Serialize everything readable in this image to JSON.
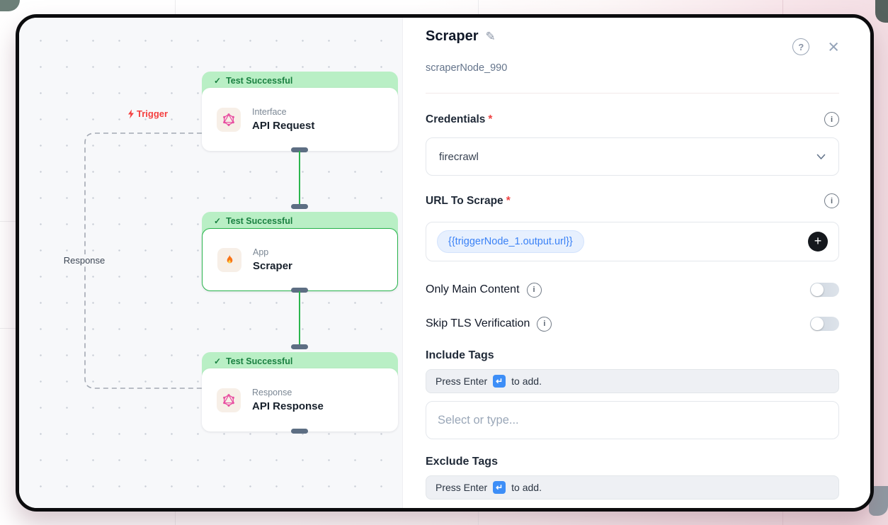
{
  "icons": {
    "check": "✓",
    "pencil": "✎",
    "help": "?",
    "close": "×",
    "info": "i",
    "plus": "+",
    "enter": "↵"
  },
  "colors": {
    "accent_green": "#28b44c",
    "banner_green": "#b9efc5",
    "trigger_red": "#f43f3f",
    "token_blue": "#3b82f6",
    "enter_blue": "#3d8ef7"
  },
  "canvas": {
    "trigger_label": "Trigger",
    "response_label": "Response",
    "nodes": [
      {
        "status": "Test Successful",
        "type": "Interface",
        "title": "API Request",
        "icon": "hex-graph-icon"
      },
      {
        "status": "Test Successful",
        "type": "App",
        "title": "Scraper",
        "icon": "flame-icon"
      },
      {
        "status": "Test Successful",
        "type": "Response",
        "title": "API Response",
        "icon": "hex-graph-icon"
      }
    ]
  },
  "panel": {
    "title": "Scraper",
    "node_id": "scraperNode_990",
    "required_mark": "*",
    "credentials": {
      "label": "Credentials",
      "value": "firecrawl"
    },
    "url": {
      "label": "URL To Scrape",
      "token": "{{triggerNode_1.output.url}}"
    },
    "toggles": [
      {
        "label": "Only Main Content",
        "state": "off"
      },
      {
        "label": "Skip TLS Verification",
        "state": "off"
      }
    ],
    "include_tags": {
      "label": "Include Tags",
      "hint_prefix": "Press Enter",
      "hint_suffix": "to add.",
      "placeholder": "Select or type..."
    },
    "exclude_tags": {
      "label": "Exclude Tags",
      "hint_prefix": "Press Enter",
      "hint_suffix": "to add."
    }
  }
}
